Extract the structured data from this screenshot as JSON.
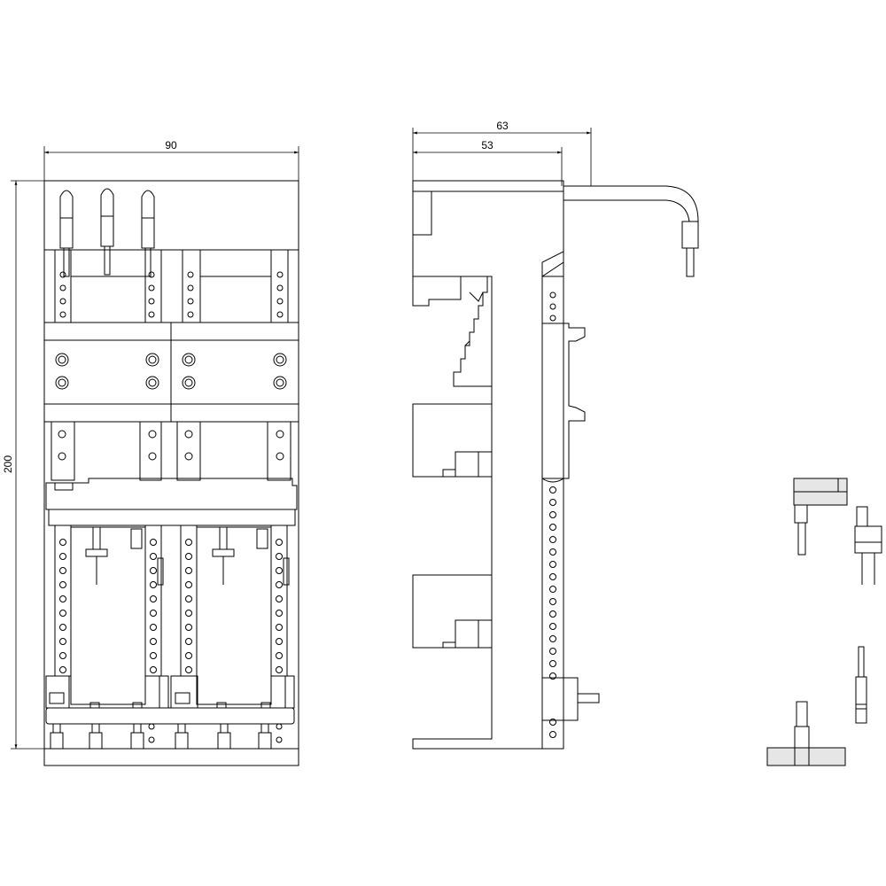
{
  "dimensions": {
    "front_width": "90",
    "front_height": "200",
    "side_width_outer": "63",
    "side_width_inner": "53"
  },
  "colors": {
    "line": "#000000",
    "fill": "#e6e6e6",
    "background": "#ffffff"
  }
}
